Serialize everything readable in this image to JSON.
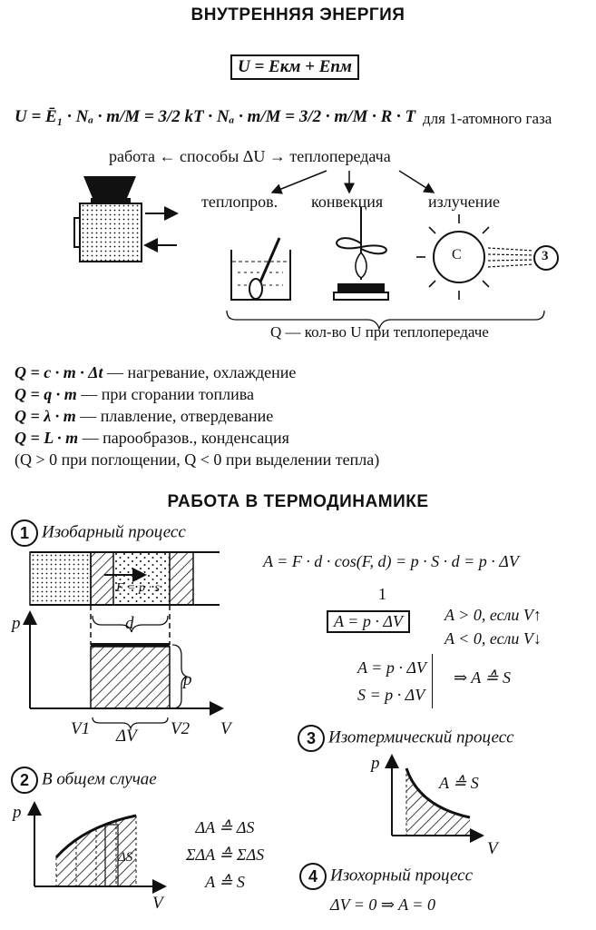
{
  "title_internal": "ВНУТРЕННЯЯ ЭНЕРГИЯ",
  "boxed_formula": "U = Eкм + Eпм",
  "main_formula": "U = Ē₁ · Nₐ · m/M = 3/2 kT · Nₐ · m/M = 3/2 · m/M · R · T",
  "monatomic_note": "для 1-атомного газа",
  "ways": {
    "left": "работа ←",
    "middle": "способы ΔU",
    "right": "→ теплопередача"
  },
  "transfer_types": [
    "теплопров.",
    "конвекция",
    "излучение"
  ],
  "sun_label": "C",
  "ray_number": "3",
  "q_caption": "Q — кол-во U при теплопередаче",
  "heat_formulas": [
    {
      "formula": "Q = c · m · Δt",
      "desc": "— нагревание, охлаждение"
    },
    {
      "formula": "Q = q · m",
      "desc": "— при сгорании топлива"
    },
    {
      "formula": "Q = λ · m",
      "desc": "— плавление, отвердевание"
    },
    {
      "formula": "Q = L · m",
      "desc": "— парообразов., конденсация"
    }
  ],
  "sign_note": "(Q > 0 при поглощении, Q < 0 при выделении тепла)",
  "title_work": "РАБОТА В ТЕРМОДИНАМИКЕ",
  "proc1": {
    "num": "1",
    "name": "Изобарный процесс"
  },
  "proc2": {
    "num": "2",
    "name": "В общем случае"
  },
  "proc3": {
    "num": "3",
    "name": "Изотермический процесс"
  },
  "proc4": {
    "num": "4",
    "name": "Изохорный процесс"
  },
  "piston_force": "F = p · s",
  "labels": {
    "d": "d",
    "p": "p",
    "V": "V",
    "V1": "V1",
    "V2": "V2",
    "dV": "ΔV",
    "dS": "ΔS"
  },
  "work_formula": "A = F · d · cos(F, d) = p · S · d = p · ΔV",
  "cos_one": "1",
  "boxed_work": "A = p · ΔV",
  "sign_A": [
    "A > 0, если V↑",
    "A < 0, если V↓"
  ],
  "system": [
    "A = p · ΔV",
    "S = p · ΔV"
  ],
  "system_result": "⇒ A ≙ S",
  "general_formulas": [
    "ΔA ≙ ΔS",
    "ΣΔA ≙ ΣΔS",
    "A ≙ S"
  ],
  "iso_formula": "A ≙ S",
  "isochoric_formula": "ΔV = 0 ⇒ A = 0"
}
